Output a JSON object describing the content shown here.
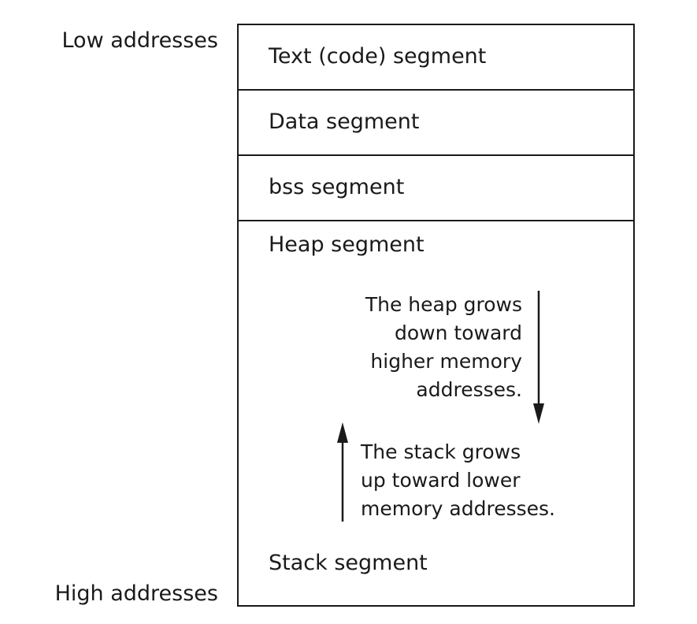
{
  "labels": {
    "low": "Low addresses",
    "high": "High addresses"
  },
  "segments": {
    "text": "Text (code) segment",
    "data": "Data segment",
    "bss": "bss segment",
    "heap": "Heap segment",
    "stack": "Stack segment"
  },
  "notes": {
    "heap": [
      "The heap grows",
      "down toward",
      "higher memory",
      "addresses."
    ],
    "stack": [
      "The stack grows",
      "up toward lower",
      "memory addresses."
    ]
  },
  "arrows": {
    "heap_direction": "down",
    "stack_direction": "up"
  },
  "colors": {
    "ink": "#1a1a1a",
    "background": "#ffffff"
  }
}
